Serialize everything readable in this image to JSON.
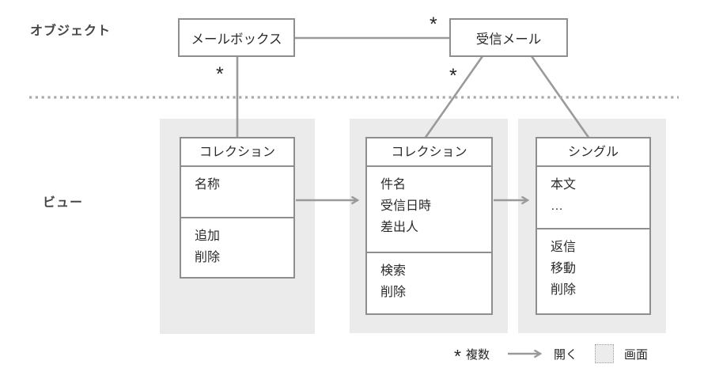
{
  "labels": {
    "object_section": "オブジェクト",
    "view_section": "ビュー"
  },
  "objects": {
    "mailbox": {
      "title": "メールボックス"
    },
    "received_mail": {
      "title": "受信メール"
    }
  },
  "multiplicity_marks": {
    "mailbox_to_received": "*",
    "mailbox_to_collection": "*",
    "received_to_collection": "*"
  },
  "views": [
    {
      "type": "コレクション",
      "fields": [
        "名称"
      ],
      "actions": [
        "追加",
        "削除"
      ]
    },
    {
      "type": "コレクション",
      "fields": [
        "件名",
        "受信日時",
        "差出人"
      ],
      "actions": [
        "検索",
        "削除"
      ]
    },
    {
      "type": "シングル",
      "fields": [
        "本文",
        "…"
      ],
      "actions": [
        "返信",
        "移動",
        "削除"
      ]
    }
  ],
  "legend": {
    "multiple_symbol": "*",
    "multiple_label": "複数",
    "open_label": "開く",
    "screen_label": "画面"
  },
  "colors": {
    "line": "#9a9a9a",
    "box_border": "#8e8e8e",
    "panel_bg": "#ebebeb",
    "divider_dotted": "#ababab",
    "text": "#2b2b2b",
    "label_text": "#474747"
  }
}
